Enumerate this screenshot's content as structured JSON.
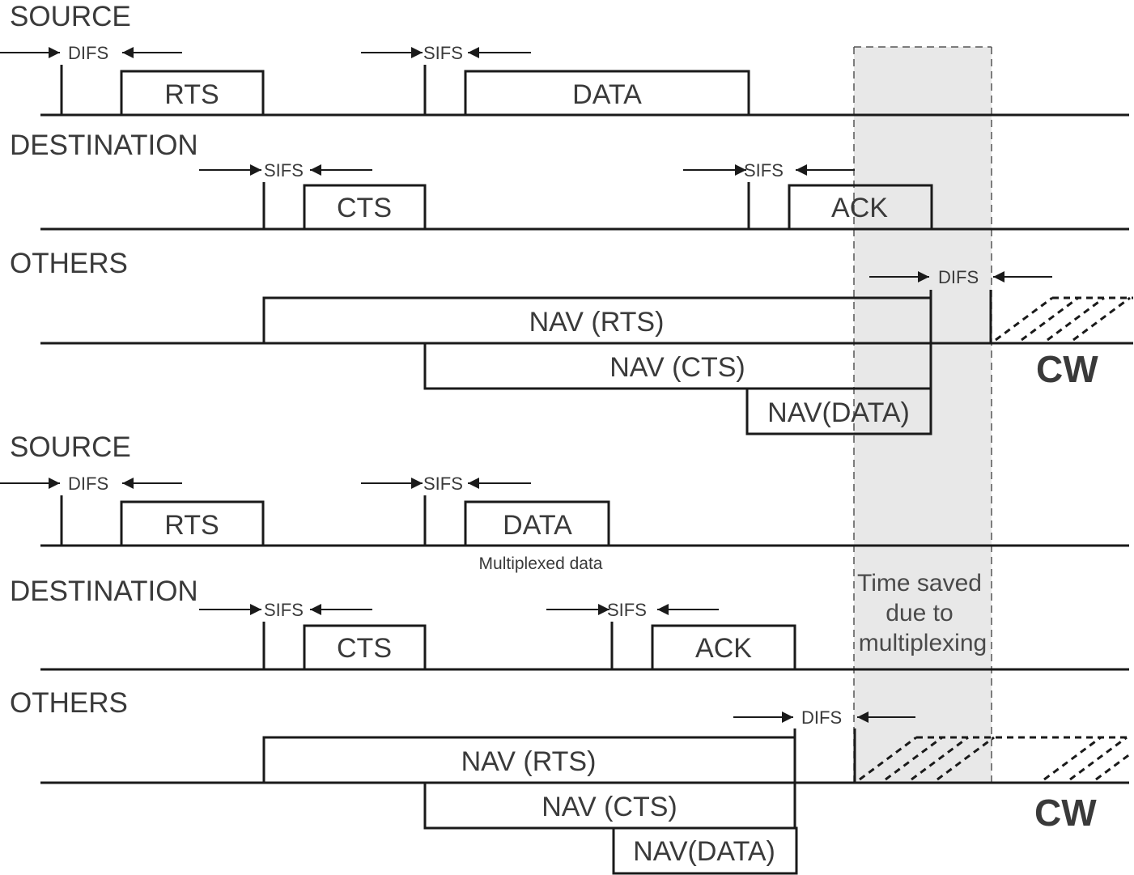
{
  "colors": {
    "line": "#1a1a1a",
    "text": "#3a3a3a",
    "shade": "#e8e8e8"
  },
  "top": {
    "source_label": "SOURCE",
    "destination_label": "DESTINATION",
    "others_label": "OTHERS",
    "difs_1": "DIFS",
    "sifs_1": "SIFS",
    "rts": "RTS",
    "data": "DATA",
    "sifs_2": "SIFS",
    "sifs_3": "SIFS",
    "cts": "CTS",
    "ack": "ACK",
    "difs_2": "DIFS",
    "nav_rts": "NAV (RTS)",
    "nav_cts": "NAV (CTS)",
    "nav_data": "NAV(DATA)",
    "cw": "CW"
  },
  "bottom": {
    "source_label": "SOURCE",
    "destination_label": "DESTINATION",
    "others_label": "OTHERS",
    "difs_1": "DIFS",
    "sifs_1": "SIFS",
    "rts": "RTS",
    "data": "DATA",
    "data_note": "Multiplexed data",
    "sifs_2": "SIFS",
    "sifs_3": "SIFS",
    "cts": "CTS",
    "ack": "ACK",
    "difs_2": "DIFS",
    "nav_rts": "NAV (RTS)",
    "nav_cts": "NAV (CTS)",
    "nav_data": "NAV(DATA)",
    "cw": "CW"
  },
  "time_saved": {
    "line1": "Time saved",
    "line2": "due to",
    "line3": "multiplexing"
  }
}
